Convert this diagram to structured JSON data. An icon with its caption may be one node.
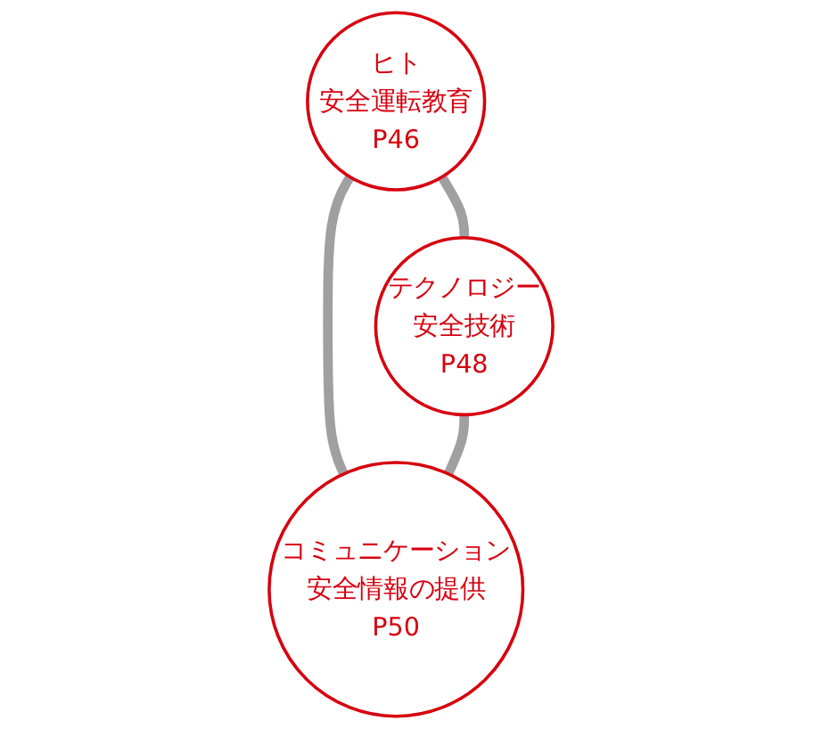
{
  "diagram": {
    "nodes": [
      {
        "text": [
          "ヒト",
          "安全運転教育",
          "P46"
        ]
      },
      {
        "text": [
          "テクノロジー",
          "安全技術",
          "P48"
        ]
      },
      {
        "text": [
          "コミュニケーション",
          "安全情報の提供",
          "P50"
        ]
      }
    ],
    "edges": [
      {
        "from": 0,
        "to": 1,
        "arrow": "none"
      },
      {
        "from": 0,
        "to": 2,
        "arrow": "none"
      },
      {
        "from": 1,
        "to": 2,
        "arrow": "none"
      }
    ]
  }
}
